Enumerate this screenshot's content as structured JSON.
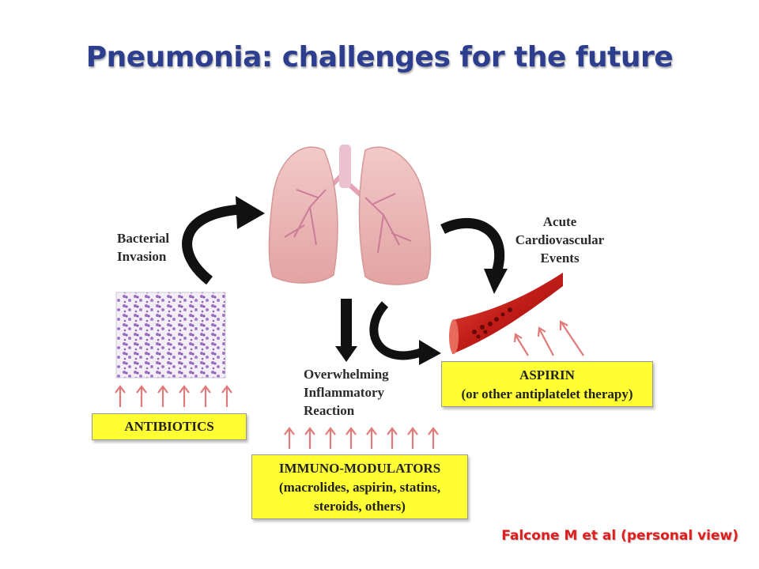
{
  "title": "Pneumonia: challenges for the future",
  "labels": {
    "bacterial": [
      "Bacterial",
      "Invasion"
    ],
    "cardio": [
      "Acute",
      "Cardiovascular",
      "Events"
    ],
    "inflam": [
      "Overwhelming",
      "Inflammatory",
      "Reaction"
    ]
  },
  "boxes": {
    "antibiotics": [
      "ANTIBIOTICS"
    ],
    "aspirin": [
      "ASPIRIN",
      "(or other antiplatelet therapy)"
    ],
    "immuno": [
      "IMMUNO-MODULATORS",
      "(macrolides, aspirin, statins,",
      "steroids, others)"
    ]
  },
  "credit": "Falcone M et al (personal view)",
  "colors": {
    "title": "#2e3e8f",
    "box_fill": "#ffff33",
    "arrow_small": "#e07a7a",
    "credit": "#e01e1e"
  }
}
